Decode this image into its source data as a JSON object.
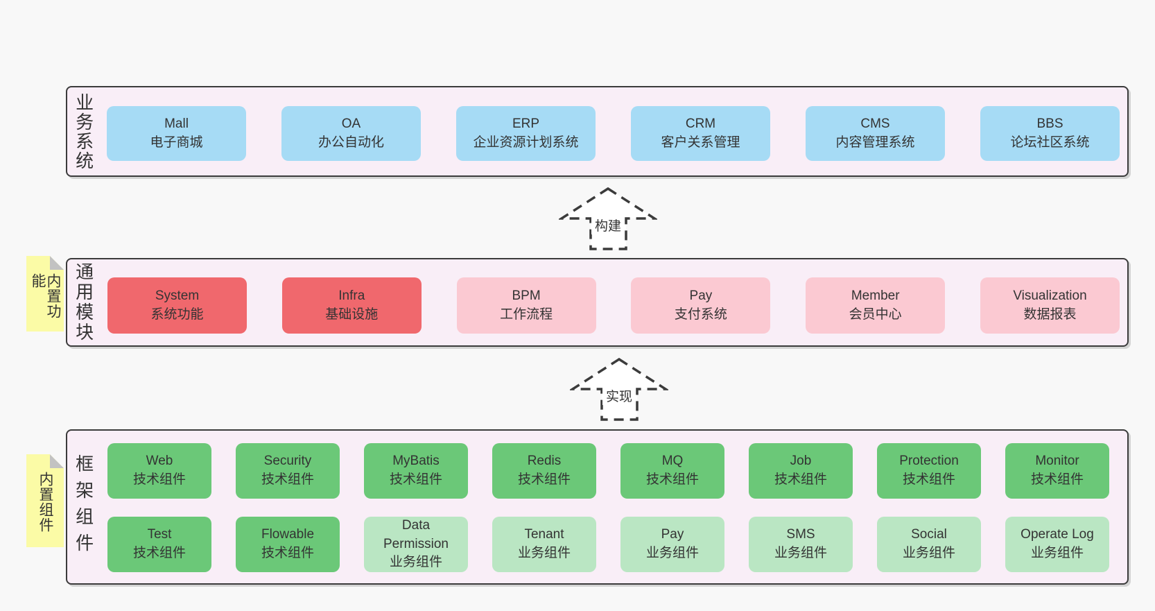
{
  "page": {
    "background": "#f8f8f8"
  },
  "colors": {
    "container_fill": "#f9eef7",
    "container_border": "#3b3b3b",
    "blue_box": "#a6dbf5",
    "red_box": "#f0686d",
    "pink_box": "#fbc9d2",
    "green_dark_box": "#6bc878",
    "green_light_box": "#bae6c3",
    "sticky_yellow": "#fbfba6",
    "sticky_fold_gray": "#c2c2c2",
    "text": "#333333"
  },
  "arrows": {
    "build": "构建",
    "implement": "实现"
  },
  "layers": {
    "business": {
      "label": "业务系统",
      "boxes": [
        {
          "name": "Mall",
          "subtitle": "电子商城"
        },
        {
          "name": "OA",
          "subtitle": "办公自动化"
        },
        {
          "name": "ERP",
          "subtitle": "企业资源计划系统"
        },
        {
          "name": "CRM",
          "subtitle": "客户关系管理"
        },
        {
          "name": "CMS",
          "subtitle": "内容管理系统"
        },
        {
          "name": "BBS",
          "subtitle": "论坛社区系统"
        }
      ]
    },
    "modules": {
      "label": "通用模块",
      "sticky": "内置功能",
      "boxes": [
        {
          "name": "System",
          "subtitle": "系统功能"
        },
        {
          "name": "Infra",
          "subtitle": "基础设施"
        },
        {
          "name": "BPM",
          "subtitle": "工作流程"
        },
        {
          "name": "Pay",
          "subtitle": "支付系统"
        },
        {
          "name": "Member",
          "subtitle": "会员中心"
        },
        {
          "name": "Visualization",
          "subtitle": "数据报表"
        }
      ]
    },
    "components": {
      "label": "框架组件",
      "sticky": "内置组件",
      "row1": [
        {
          "name": "Web",
          "subtitle": "技术组件"
        },
        {
          "name": "Security",
          "subtitle": "技术组件"
        },
        {
          "name": "MyBatis",
          "subtitle": "技术组件"
        },
        {
          "name": "Redis",
          "subtitle": "技术组件"
        },
        {
          "name": "MQ",
          "subtitle": "技术组件"
        },
        {
          "name": "Job",
          "subtitle": "技术组件"
        },
        {
          "name": "Protection",
          "subtitle": "技术组件"
        },
        {
          "name": "Monitor",
          "subtitle": "技术组件"
        }
      ],
      "row2": [
        {
          "name": "Test",
          "subtitle": "技术组件"
        },
        {
          "name": "Flowable",
          "subtitle": "技术组件"
        },
        {
          "name": "Data Permission",
          "subtitle": "业务组件"
        },
        {
          "name": "Tenant",
          "subtitle": "业务组件"
        },
        {
          "name": "Pay",
          "subtitle": "业务组件"
        },
        {
          "name": "SMS",
          "subtitle": "业务组件"
        },
        {
          "name": "Social",
          "subtitle": "业务组件"
        },
        {
          "name": "Operate Log",
          "subtitle": "业务组件"
        }
      ]
    }
  }
}
